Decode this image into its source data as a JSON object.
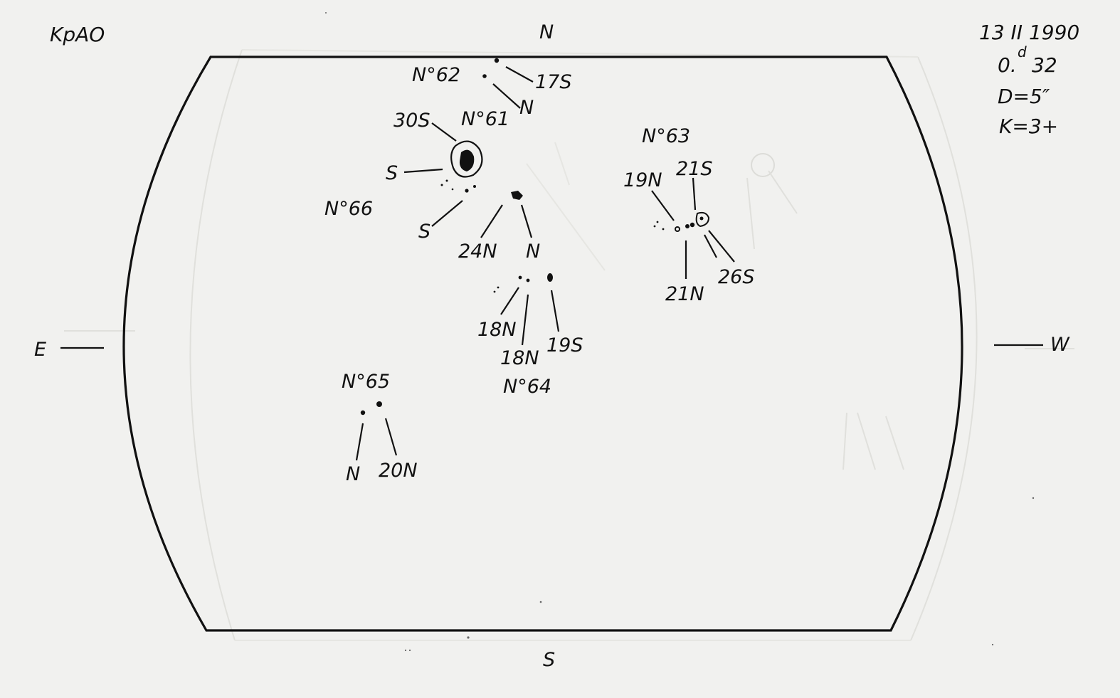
{
  "observatory": "KpAO",
  "directions": {
    "north": "N",
    "south": "S",
    "east": "E",
    "west": "W"
  },
  "observation": {
    "date": "13 II 1990",
    "time_prefix": "0.",
    "time_sup": "d",
    "time_value": "32",
    "diameter": "D=5″",
    "quality": "K=3+"
  },
  "groups": {
    "g62": {
      "number": "N°62",
      "labels": [
        "17S",
        "N"
      ]
    },
    "g61": {
      "number": "N°61",
      "labels": [
        "30S",
        "S"
      ]
    },
    "g66": {
      "number": "N°66",
      "labels": [
        "S",
        "24N",
        "N"
      ]
    },
    "g63": {
      "number": "N°63",
      "labels": [
        "19N",
        "21S",
        "21N",
        "26S"
      ]
    },
    "g64": {
      "number": "N°64",
      "labels": [
        "18N",
        "18N",
        "19S"
      ]
    },
    "g65": {
      "number": "N°65",
      "labels": [
        "N",
        "20N"
      ]
    }
  },
  "colors": {
    "ink": "#111111",
    "paper": "#f1f1ef",
    "bleed_through": "#d9d9d5"
  }
}
